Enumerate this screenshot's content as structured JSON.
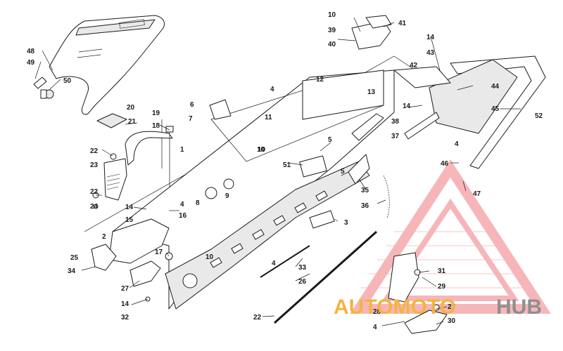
{
  "diagram": {
    "callouts": [
      "10",
      "41",
      "39",
      "40",
      "14",
      "43",
      "42",
      "48",
      "49",
      "50",
      "12",
      "13",
      "44",
      "4",
      "14",
      "45",
      "52",
      "20",
      "19",
      "6",
      "7",
      "11",
      "38",
      "37",
      "21",
      "18",
      "1",
      "5",
      "10",
      "22",
      "23",
      "51",
      "5",
      "46",
      "35",
      "36",
      "47",
      "22",
      "24",
      "14",
      "15",
      "16",
      "8",
      "9",
      "10",
      "2",
      "17",
      "3",
      "4",
      "10",
      "4",
      "25",
      "34",
      "33",
      "26",
      "27",
      "14",
      "32",
      "22",
      "31",
      "29",
      "28",
      "27",
      "30",
      "4",
      "4"
    ],
    "watermark": {
      "text_orange": "AUTOMOTO",
      "text_grey": "HUB",
      "color_orange": "#f2b441",
      "color_grey": "#8f8f8f",
      "triangle_color": "#e8303a"
    }
  }
}
